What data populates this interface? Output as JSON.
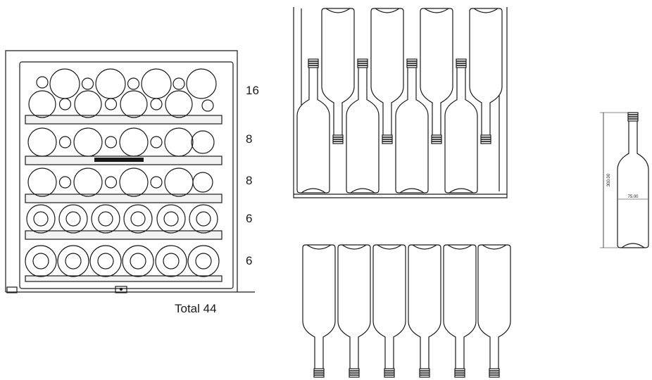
{
  "shelf_counts": [
    "16",
    "8",
    "8",
    "6",
    "6"
  ],
  "total_label": "Total 44",
  "bottle_height_label": "300.00",
  "bottle_diameter_label": "75.00",
  "colors": {
    "line": "#1a1a1a",
    "fill": "#ffffff",
    "shelf": "#f2f2f2"
  }
}
